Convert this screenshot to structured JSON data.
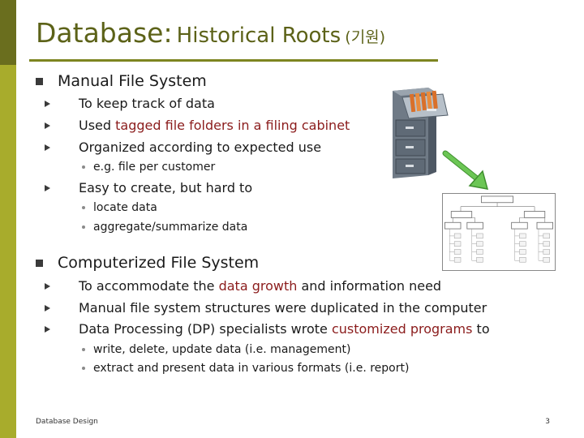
{
  "slide": {
    "title_main": "Database:",
    "title_sub": "Historical Roots",
    "title_kr": "(기원)",
    "footer_left": "Database Design",
    "page_number": "3"
  },
  "section1": {
    "heading": "Manual File System",
    "bullets": [
      {
        "text": "To keep track of data"
      },
      {
        "pre": "Used ",
        "hl": "tagged file folders in a filing cabinet",
        "post": ""
      },
      {
        "text": "Organized according to expected use"
      },
      {
        "text": "Easy to create, but hard to"
      }
    ],
    "sub_organized": [
      "e.g. file per customer"
    ],
    "sub_easy": [
      "locate data",
      "aggregate/summarize data"
    ]
  },
  "section2": {
    "heading": "Computerized File System",
    "bullets": [
      {
        "pre": "To accommodate the ",
        "hl": "data growth",
        "post": " and information need"
      },
      {
        "text": "Manual file system structures were duplicated in the computer"
      },
      {
        "pre": "Data Processing (DP) specialists wrote ",
        "hl": "customized programs",
        "post": " to"
      }
    ],
    "sub": [
      "write, delete, update data (i.e. management)",
      "extract and present data in various formats (i.e. report)"
    ]
  },
  "colors": {
    "title": "#5c6218",
    "bar_dark": "#6a6e1e",
    "bar_light": "#a8ac2c",
    "highlight": "#8b1c1c",
    "arrow_green": "#5fb84a"
  },
  "icons": {
    "cabinet": "filing-cabinet-icon",
    "arrow": "arrow-down-right-icon",
    "diagram": "hierarchy-diagram-icon"
  }
}
